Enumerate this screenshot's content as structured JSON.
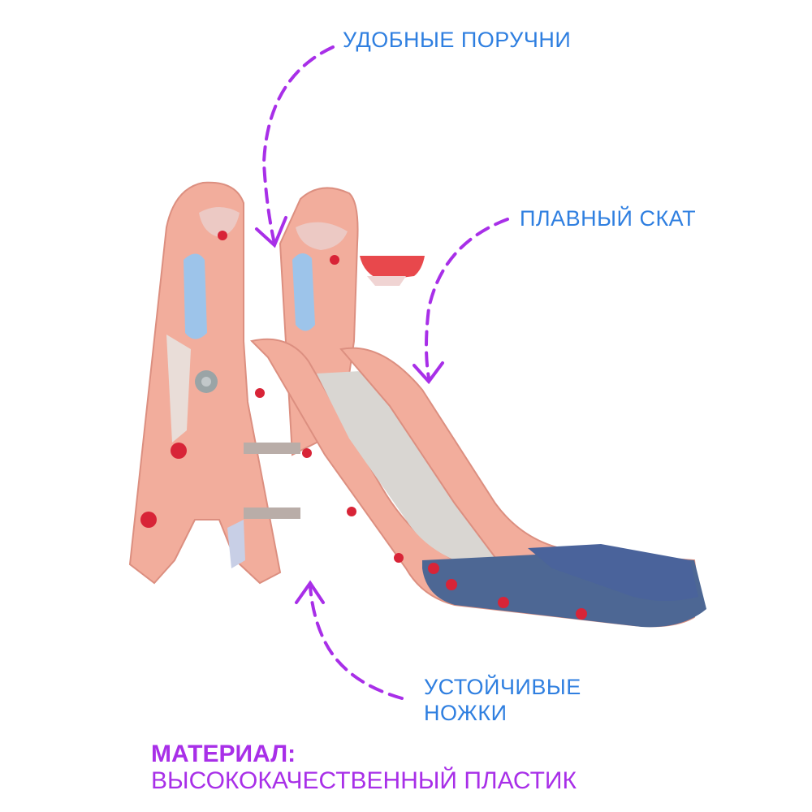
{
  "colors": {
    "accent_text": "#2f7fe0",
    "arrow": "#a82fe8",
    "material_text": "#a82fe8",
    "slide_pink": "#f2ad9c",
    "slide_blue": "#4d6794",
    "slide_gray": "#d9d6d2",
    "bolt_red": "#d82437"
  },
  "labels": {
    "handrails": "УДОБНЫЕ ПОРУЧНИ",
    "slope": "ПЛАВНЫЙ СКАТ",
    "legs_line1": "УСТОЙЧИВЫЕ",
    "legs_line2": "НОЖКИ"
  },
  "material": {
    "title": "МАТЕРИАЛ:",
    "value": "ВЫСОКОКАЧЕСТВЕННЫЙ ПЛАСТИК"
  }
}
